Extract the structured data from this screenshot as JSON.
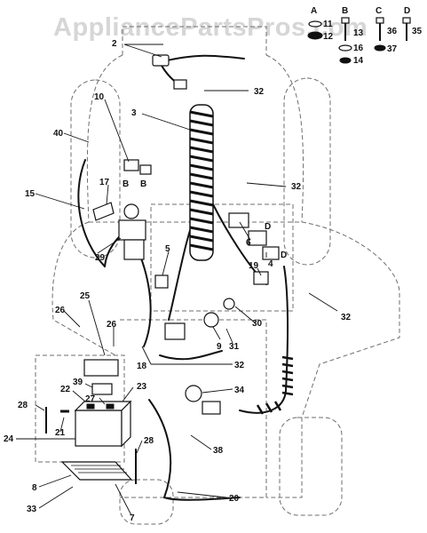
{
  "watermark": "AppliancePartsPros.com",
  "hardware": [
    {
      "letter": "A",
      "parts": [
        "11",
        "12"
      ]
    },
    {
      "letter": "B",
      "parts": [
        "13",
        "16",
        "14"
      ]
    },
    {
      "letter": "C",
      "parts": [
        "36",
        "37"
      ]
    },
    {
      "letter": "D",
      "parts": [
        "35"
      ]
    }
  ],
  "mount_letters": [
    "B",
    "B",
    "D",
    "D"
  ],
  "callouts": [
    "2",
    "32",
    "3",
    "10",
    "40",
    "32",
    "15",
    "17",
    "29",
    "6",
    "4",
    "5",
    "19",
    "25",
    "26",
    "26",
    "30",
    "9",
    "31",
    "32",
    "18",
    "32",
    "39",
    "22",
    "27",
    "23",
    "34",
    "28",
    "21",
    "24",
    "28",
    "38",
    "8",
    "20",
    "33",
    "7"
  ]
}
